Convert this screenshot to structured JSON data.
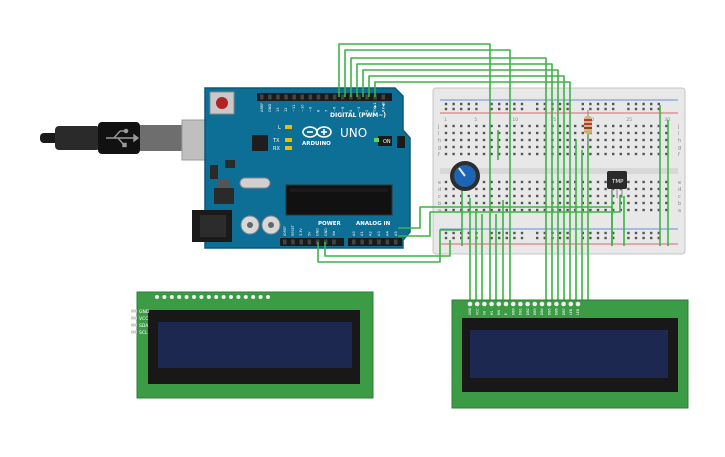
{
  "arduino": {
    "brand": "ARDUINO",
    "model": "UNO",
    "digital_label": "DIGITAL (PWM~)",
    "power_label": "POWER",
    "analog_label": "ANALOG IN",
    "on_label": "ON",
    "led_l": "L",
    "led_tx": "TX",
    "led_rx": "RX",
    "top_pins": [
      "AREF",
      "GND",
      "13",
      "12",
      "~11",
      "~10",
      "~9",
      "8",
      "7",
      "~6",
      "~5",
      "4",
      "~3",
      "2",
      "TX▶1",
      "RX◀0"
    ],
    "power_pins": [
      "IOREF",
      "RESET",
      "3.3V",
      "5V",
      "GND",
      "GND",
      "Vin"
    ],
    "analog_pins": [
      "A0",
      "A1",
      "A2",
      "A3",
      "A4",
      "A5"
    ]
  },
  "breadboard": {
    "top_numbers": [
      "1",
      "5",
      "10",
      "15",
      "20",
      "25",
      "30"
    ],
    "row_letters_top": [
      "j",
      "i",
      "h",
      "g",
      "f"
    ],
    "row_letters_bottom": [
      "e",
      "d",
      "c",
      "b",
      "a"
    ]
  },
  "sensor": {
    "label": "TMP"
  },
  "lcd_i2c": {
    "pins": [
      "GND",
      "VCC",
      "SDA",
      "SCL"
    ]
  },
  "lcd_parallel": {
    "pins": [
      "GND",
      "VCC",
      "V0",
      "RS",
      "RW",
      "E",
      "DB0",
      "DB1",
      "DB2",
      "DB3",
      "DB4",
      "DB5",
      "DB6",
      "DB7",
      "LED",
      "LED"
    ]
  },
  "colors": {
    "board": "#0d6e96",
    "board_edge": "#0a5878",
    "breadboard": "#e8e8e8",
    "wire": "#3cb446",
    "lcd_pcb": "#3c9c46",
    "lcd_screen": "#1c2850",
    "rail_red": "#d23c3c"
  }
}
